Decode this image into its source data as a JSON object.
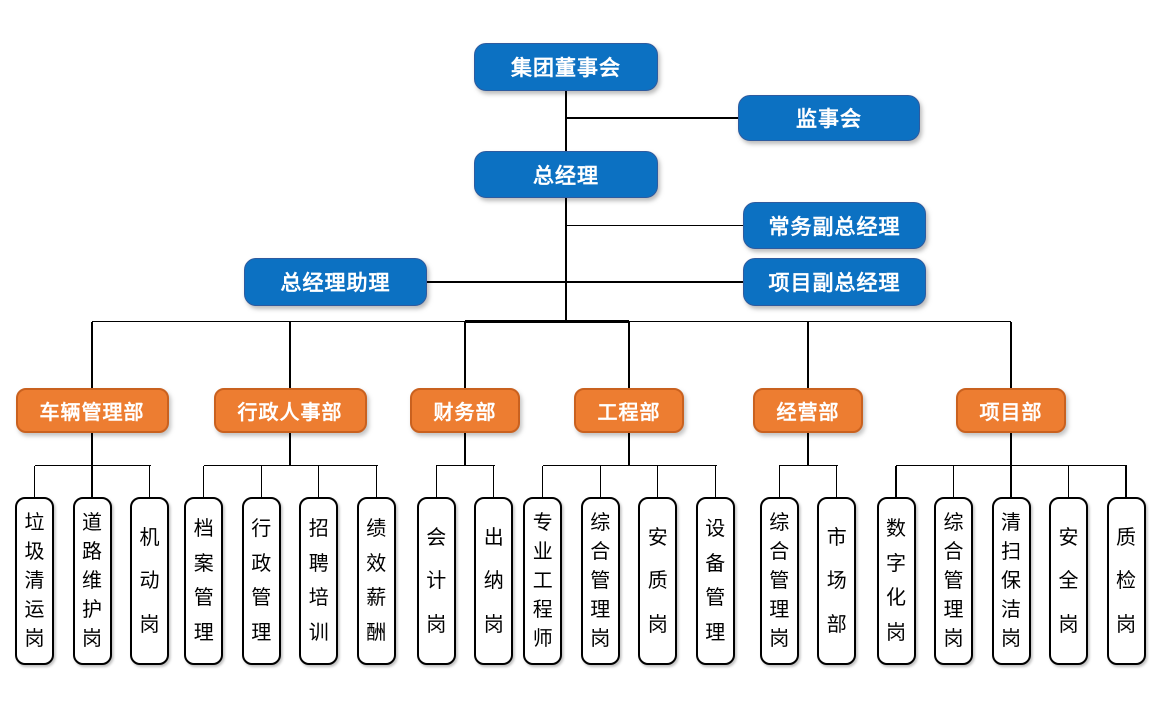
{
  "colors": {
    "node_blue": "#0c71c2",
    "node_blue_border": "#2e5b9f",
    "node_orange": "#ed7d31",
    "node_orange_border": "#c9611f",
    "leaf_border": "#000000",
    "connector": "#000000",
    "text_on_color": "#ffffff",
    "text_on_leaf": "#000000"
  },
  "executive": {
    "board": "集团董事会",
    "supervisory_board": "监事会",
    "general_manager": "总经理",
    "executive_deputy_gm": "常务副总经理",
    "gm_assistant": "总经理助理",
    "project_deputy_gm": "项目副总经理"
  },
  "departments": [
    {
      "label": "车辆管理部",
      "positions": [
        "垃圾清运岗",
        "道路维护岗",
        "机动岗"
      ]
    },
    {
      "label": "行政人事部",
      "positions": [
        "档案管理",
        "行政管理",
        "招聘培训",
        "绩效薪酬"
      ]
    },
    {
      "label": "财务部",
      "positions": [
        "会计岗",
        "出纳岗"
      ]
    },
    {
      "label": "工程部",
      "positions": [
        "专业工程师",
        "综合管理岗",
        "安质岗",
        "设备管理"
      ]
    },
    {
      "label": "经营部",
      "positions": [
        "综合管理岗",
        "市场部"
      ]
    },
    {
      "label": "项目部",
      "positions": [
        "数字化岗",
        "综合管理岗",
        "清扫保洁岗",
        "安全岗",
        "质检岗"
      ]
    }
  ]
}
